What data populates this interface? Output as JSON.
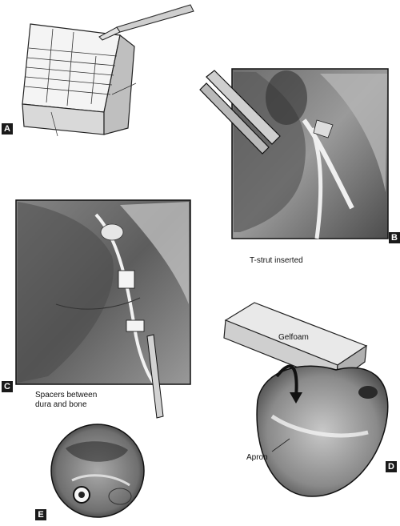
{
  "panels": {
    "a": {
      "label": "A"
    },
    "b": {
      "label": "B",
      "caption": "T-strut inserted"
    },
    "c": {
      "label": "C",
      "caption_line1": "Spacers between",
      "caption_line2": "dura and bone"
    },
    "d": {
      "label": "D",
      "gelfoam": "Gelfoam",
      "apron": "Apron"
    },
    "e": {
      "label": "E"
    }
  },
  "colors": {
    "ink": "#1a1a1a",
    "paper": "#ffffff"
  }
}
